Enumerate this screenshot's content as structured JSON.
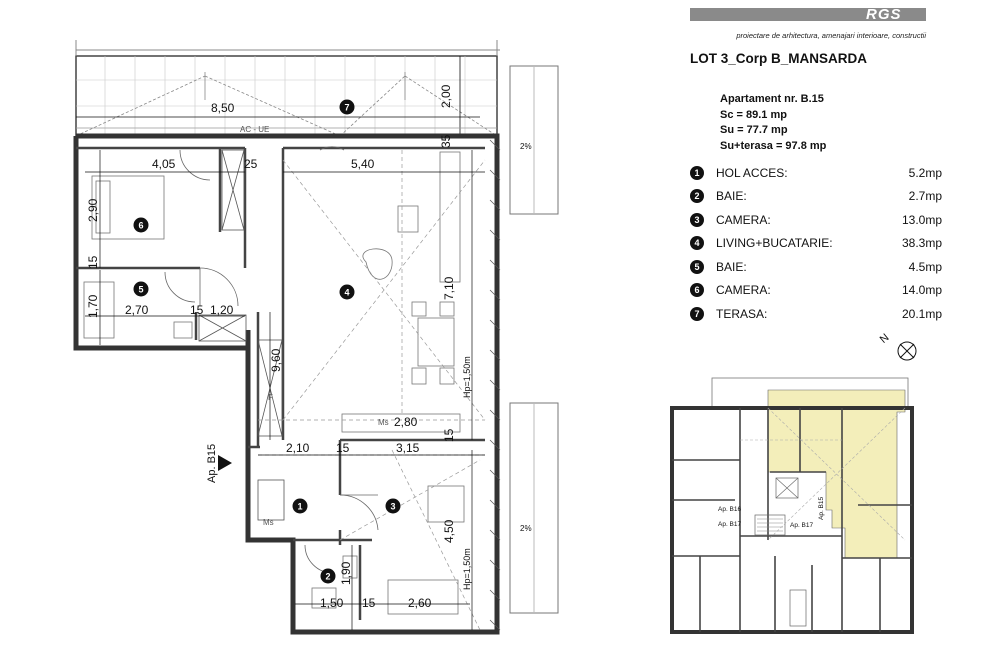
{
  "brand": {
    "logo": "RGS",
    "tagline": "proiectare de arhitectura, amenajari interioare, constructii"
  },
  "lot_title": "LOT 3_Corp B_MANSARDA",
  "apartment": {
    "number_label": "Apartament nr. B.15",
    "sc": "Sc = 89.1 mp",
    "su": "Su = 77.7 mp",
    "su_terasa": "Su+terasa = 97.8 mp"
  },
  "rooms": [
    {
      "num": "1",
      "name": "HOL ACCES:",
      "area": "5.2mp"
    },
    {
      "num": "2",
      "name": "BAIE:",
      "area": "2.7mp"
    },
    {
      "num": "3",
      "name": "CAMERA:",
      "area": "13.0mp"
    },
    {
      "num": "4",
      "name": "LIVING+BUCATARIE:",
      "area": "38.3mp"
    },
    {
      "num": "5",
      "name": "BAIE:",
      "area": "4.5mp"
    },
    {
      "num": "6",
      "name": "CAMERA:",
      "area": "14.0mp"
    },
    {
      "num": "7",
      "name": "TERASA:",
      "area": "20.1mp"
    }
  ],
  "north_label": "N",
  "plan": {
    "dimensions": {
      "terrace_width": "8,50",
      "terrace_depth": "2,00",
      "wall_35": "35",
      "room6_width": "4,05",
      "wall_25": "25",
      "living_width": "5,40",
      "room6_depth": "2,90",
      "wall_15a": "15",
      "bath_depth": "1,70",
      "bath_width": "2,70",
      "wall_15b": "15",
      "corridor_120": "1,20",
      "corridor_960": "9,60",
      "living_depth": "7,10",
      "kitchen_280": "2,80",
      "hall_210": "2,10",
      "wall_15c": "15",
      "room3_width": "3,15",
      "wall_15d": "15",
      "room3_depth": "4,50",
      "bath2_depth": "1,90",
      "bath2_width": "1,50",
      "wall_15e": "15",
      "room3_bottom": "2,60"
    },
    "hp_label_1": "Hp=1,50m",
    "hp_label_2": "Hp=1,50m",
    "entrance_label": "Ap. B15",
    "slope_1": "2%",
    "slope_2": "2%",
    "ac_label": "AC - UE",
    "ms_label_1": "Ms",
    "ms_label_2": "Ms",
    "f_label": "F",
    "key_labels": [
      "Ap. B16",
      "Ap. B17",
      "Ap. B15",
      "Ap. B17"
    ]
  }
}
